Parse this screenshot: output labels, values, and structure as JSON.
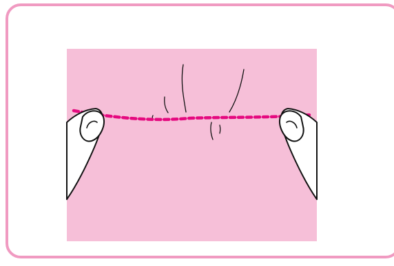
{
  "colors": {
    "frame_border": "#f09ac1",
    "fabric": "#f6bfd8",
    "stitch": "#e5097f",
    "outline": "#111111",
    "hand_fill": "#ffffff"
  },
  "illustration": {
    "fabric": "fabric-panel",
    "stitch_style": "dashed",
    "pucker_lines": 6,
    "hands": [
      "left-hand-icon",
      "right-hand-icon"
    ]
  }
}
